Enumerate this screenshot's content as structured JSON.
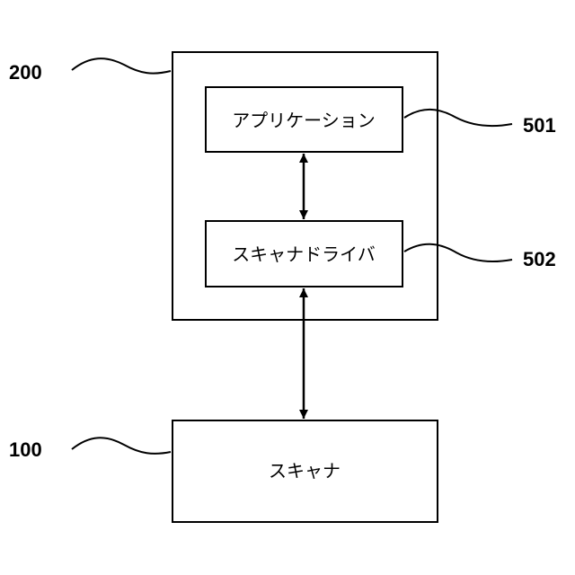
{
  "diagram": {
    "host": {
      "ref": "200"
    },
    "application": {
      "label": "アプリケーション",
      "ref": "501"
    },
    "driver": {
      "label": "スキャナドライバ",
      "ref": "502"
    },
    "scanner": {
      "label": "スキャナ",
      "ref": "100"
    }
  }
}
